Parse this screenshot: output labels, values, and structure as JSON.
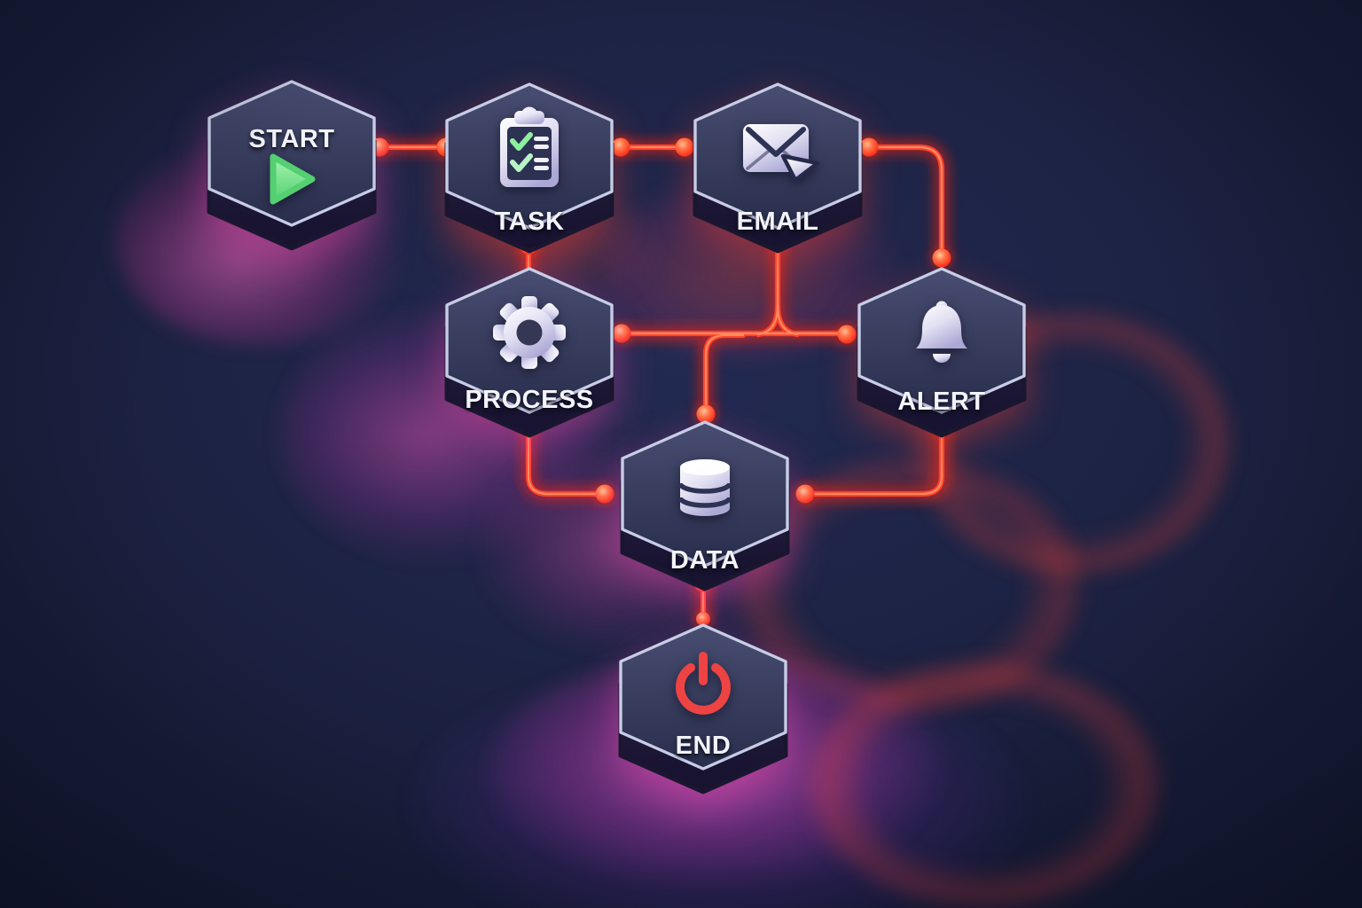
{
  "diagram": {
    "type": "workflow-flowchart",
    "nodes": [
      {
        "id": "start",
        "label": "START",
        "icon": "play-icon"
      },
      {
        "id": "task",
        "label": "TASK",
        "icon": "clipboard-checklist-icon"
      },
      {
        "id": "email",
        "label": "EMAIL",
        "icon": "envelope-send-icon"
      },
      {
        "id": "process",
        "label": "PROCESS",
        "icon": "gear-icon"
      },
      {
        "id": "alert",
        "label": "ALERT",
        "icon": "bell-icon"
      },
      {
        "id": "data",
        "label": "DATA",
        "icon": "database-icon"
      },
      {
        "id": "end",
        "label": "END",
        "icon": "power-icon"
      }
    ],
    "connections": [
      {
        "from": "START",
        "to": "TASK"
      },
      {
        "from": "TASK",
        "to": "EMAIL"
      },
      {
        "from": "TASK",
        "to": "PROCESS"
      },
      {
        "from": "EMAIL",
        "to": "ALERT"
      },
      {
        "from": "EMAIL",
        "to": "DATA"
      },
      {
        "from": "PROCESS",
        "to": "ALERT"
      },
      {
        "from": "PROCESS",
        "to": "DATA"
      },
      {
        "from": "ALERT",
        "to": "DATA"
      },
      {
        "from": "DATA",
        "to": "END"
      }
    ],
    "colors": {
      "background": "#1d2344",
      "connector": "#ff4129",
      "connector_dot": "#ff8a5c",
      "hexagon_face": "#373c5c",
      "hexagon_edge": "#c8cde6",
      "hexagon_base": "#201b38",
      "label_text": "#f2f3fb",
      "start_play_green": "#7ee787",
      "end_power_red": "#ee4343",
      "icon_fill": "#edecfa",
      "glow_magenta": "#e0489c",
      "glow_red": "#ff3a2e"
    }
  }
}
